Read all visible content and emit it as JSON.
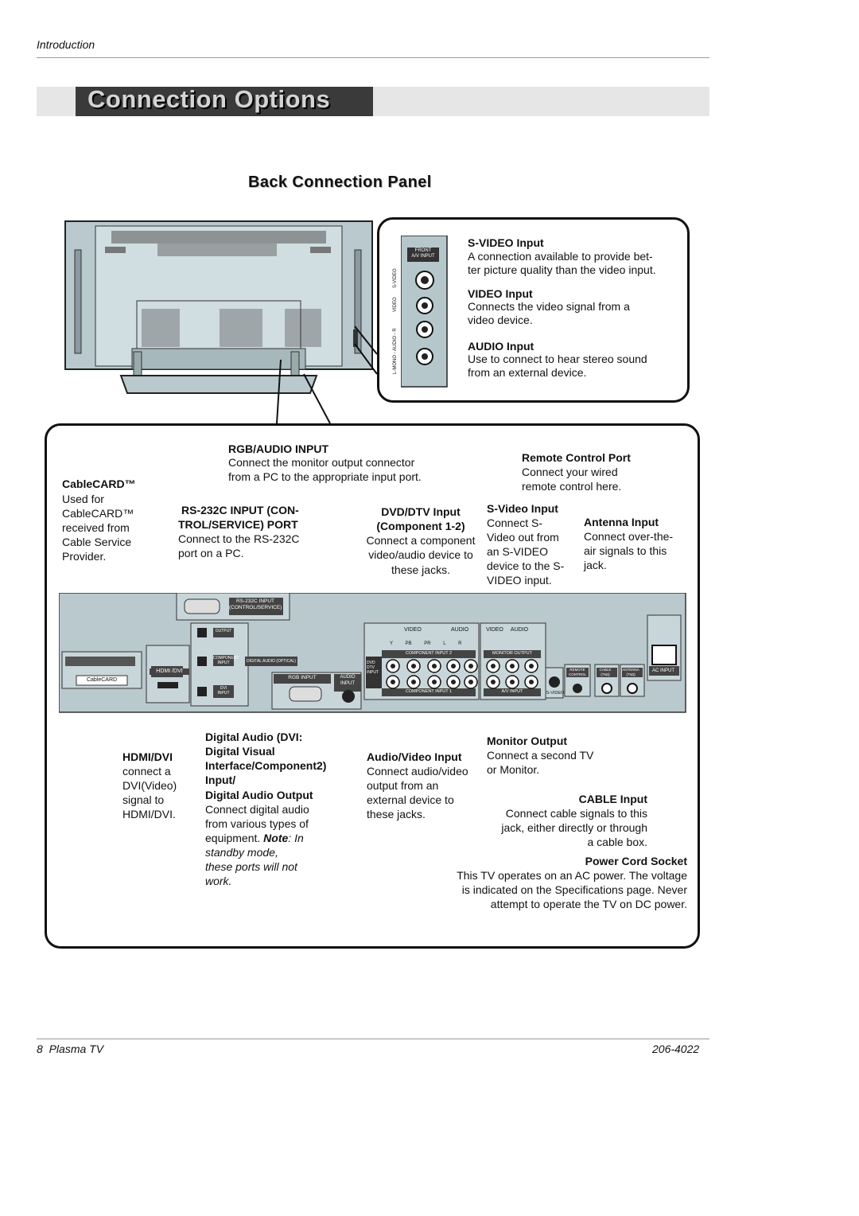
{
  "header": {
    "section": "Introduction"
  },
  "page_title": "Connection Options",
  "subtitle": "Back Connection Panel",
  "front_panel": {
    "badge": [
      "FRONT",
      "A/V INPUT"
    ],
    "side_labels": {
      "svideo": "S-VIDEO",
      "video": "VIDEO",
      "audio": "L-MONO - AUDIO - R"
    },
    "items": [
      {
        "title": "S-VIDEO Input",
        "lines": [
          "A connection available to provide bet-",
          "ter picture quality than the video input."
        ]
      },
      {
        "title": "VIDEO Input",
        "lines": [
          "Connects the video signal from a",
          "video device."
        ]
      },
      {
        "title": "AUDIO Input",
        "lines": [
          "Use to connect to hear stereo sound",
          "from an external device."
        ]
      }
    ]
  },
  "back_panel": {
    "rgb_audio": {
      "title": "RGB/AUDIO INPUT",
      "lines": [
        "Connect the monitor output connector",
        "from a PC to the appropriate input port."
      ]
    },
    "remote": {
      "title": "Remote Control Port",
      "lines": [
        "Connect your wired",
        "remote control here."
      ]
    },
    "cablecard": {
      "title": "CableCARD™",
      "lines": [
        "Used for",
        "CableCARD™",
        "received from",
        "Cable Service",
        "Provider."
      ]
    },
    "rs232": {
      "title": [
        "RS-232C INPUT (CON-",
        "TROL/SERVICE) PORT"
      ],
      "lines": [
        "Connect to the RS-232C",
        "port on a PC."
      ]
    },
    "dvd": {
      "title": [
        "DVD/DTV Input",
        "(Component 1-2)"
      ],
      "lines": [
        "Connect a component",
        "video/audio device to",
        "these jacks."
      ]
    },
    "svideo": {
      "title": "S-Video Input",
      "lines": [
        "Connect S-",
        "Video out from",
        "an S-VIDEO",
        "device to the S-",
        "VIDEO input."
      ]
    },
    "antenna": {
      "title": "Antenna  Input",
      "lines": [
        "Connect over-the-",
        "air signals to this",
        "jack."
      ]
    },
    "hdmi": {
      "title": "HDMI/DVI",
      "lines": [
        "connect a",
        "DVI(Video)",
        "signal to",
        "HDMI/DVI."
      ]
    },
    "digital": {
      "title": [
        "Digital Audio (DVI:",
        "Digital Visual",
        "Interface/Component2)",
        "Input/",
        "Digital Audio Output"
      ],
      "lines": [
        "Connect  digital audio",
        "from various types of",
        "equipment."
      ],
      "note_label": "Note",
      "note_first": ": In",
      "note_lines": [
        "standby mode,",
        "these ports will not",
        "work."
      ]
    },
    "av_input": {
      "title": "Audio/Video Input",
      "lines": [
        "Connect audio/video",
        "output from an",
        "external device to",
        "these jacks."
      ]
    },
    "monitor": {
      "title": "Monitor Output",
      "lines": [
        "Connect a second TV",
        "or Monitor."
      ]
    },
    "cable": {
      "title": "CABLE Input",
      "lines": [
        "Connect cable signals to this",
        "jack, either directly or through",
        "a cable box."
      ]
    },
    "power": {
      "title": "Power Cord Socket",
      "lines": [
        "This TV operates on an AC power. The voltage",
        "is indicated on the Specifications page. Never",
        "attempt to operate the TV on DC power."
      ]
    }
  },
  "panel_labels": {
    "rs232": [
      "RS-232C INPUT",
      "(CONTROL/SERVICE)"
    ],
    "output": "OUTPUT",
    "component_input": [
      "COMPONENT",
      "INPUT"
    ],
    "digital_audio_optical": "DIGITAL AUDIO (OPTICAL)",
    "dvi_input": [
      "DVI",
      "INPUT"
    ],
    "hdmi_dvi": "HDMI /DVI",
    "cablecard": "CableCARD",
    "rgb_input": "RGB INPUT",
    "audio_input": [
      "AUDIO",
      "INPUT"
    ],
    "dvd_dtv_input": [
      "DVD",
      "DTV",
      "INPUT"
    ],
    "video": "VIDEO",
    "audio": "AUDIO",
    "ypbpr": [
      "Y",
      "PB",
      "PR",
      "L",
      "R"
    ],
    "component_input_2": "COMPONENT INPUT 2",
    "component_input_1": "COMPONENT INPUT 1",
    "monitor_output": "MONITOR OUTPUT",
    "av_input": "A/V INPUT",
    "svideo": "S-VIDEO",
    "remote_control": [
      "REMOTE",
      "CONTROL"
    ],
    "cable": [
      "CABLE",
      "(75Ω)"
    ],
    "antenna": [
      "ANTENNA",
      "(75Ω)"
    ],
    "ac_input": "AC INPUT",
    "video2": "VIDEO",
    "audio2": "AUDIO"
  },
  "footer": {
    "page_number": "8",
    "product": "Plasma TV",
    "doc_number": "206-4022"
  }
}
